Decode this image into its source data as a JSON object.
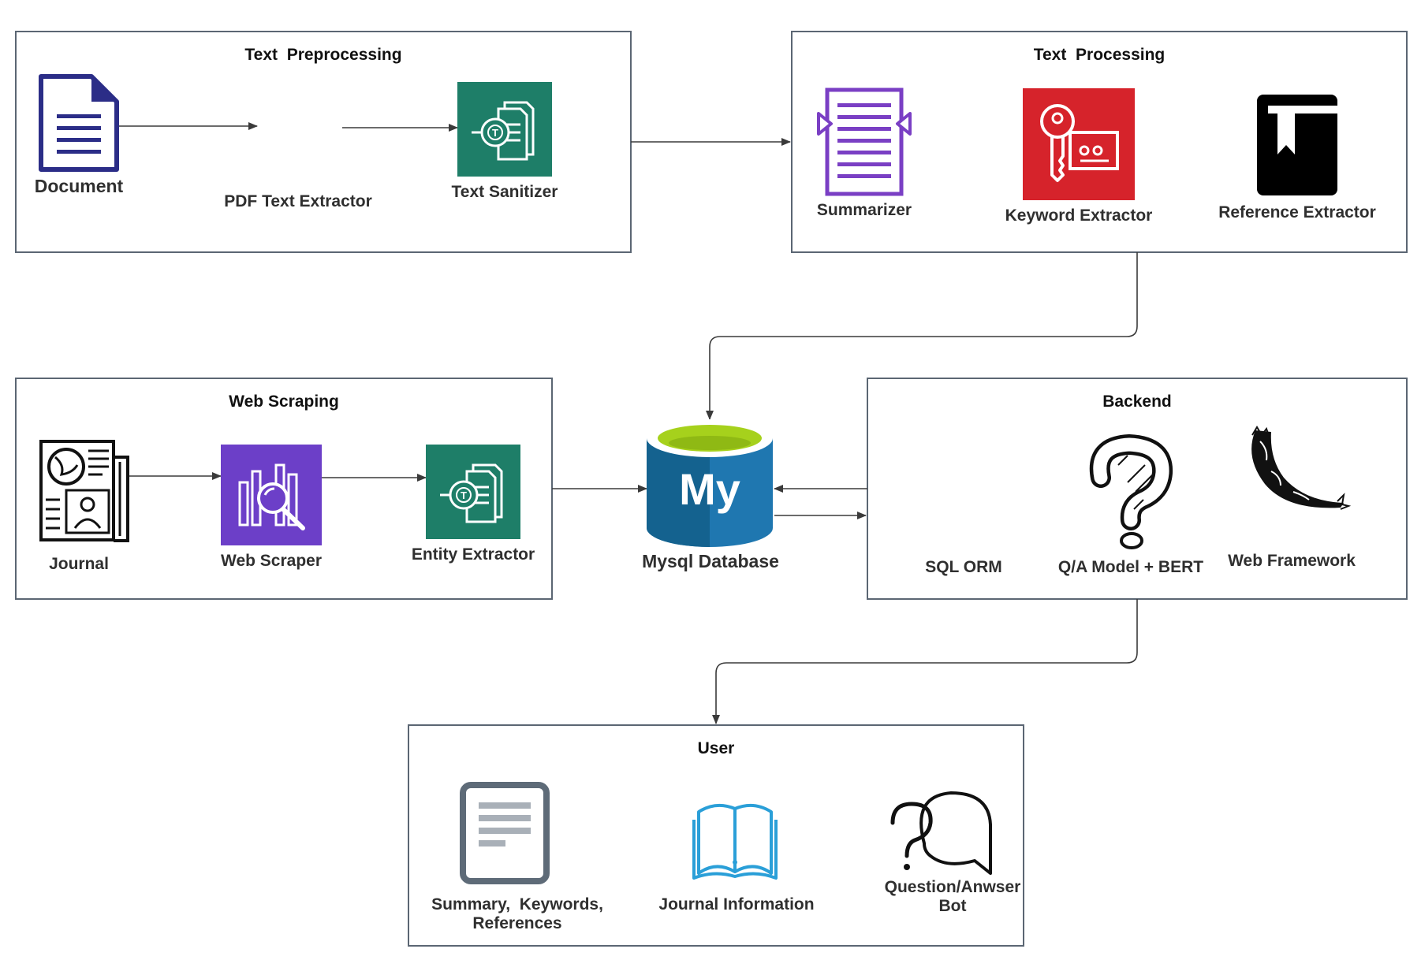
{
  "groups": {
    "text_preprocessing": {
      "title": "Text  Preprocessing"
    },
    "text_processing": {
      "title": "Text  Processing"
    },
    "web_scraping": {
      "title": "Web Scraping"
    },
    "backend": {
      "title": "Backend"
    },
    "user": {
      "title": "User"
    }
  },
  "nodes": {
    "document": {
      "label": "Document",
      "icon": "document-icon"
    },
    "pdf_text_extractor": {
      "label": "PDF Text Extractor"
    },
    "text_sanitizer": {
      "label": "Text Sanitizer",
      "icon": "text-sanitizer-icon"
    },
    "summarizer": {
      "label": "Summarizer",
      "icon": "summarizer-icon"
    },
    "keyword_extractor": {
      "label": "Keyword Extractor",
      "icon": "key-icon"
    },
    "reference_extractor": {
      "label": "Reference Extractor",
      "icon": "bookmark-book-icon"
    },
    "journal": {
      "label": "Journal",
      "icon": "newspaper-icon"
    },
    "web_scraper": {
      "label": "Web Scraper",
      "icon": "web-scraper-icon"
    },
    "entity_extractor": {
      "label": "Entity Extractor",
      "icon": "entity-extractor-icon"
    },
    "mysql": {
      "label": "Mysql Database",
      "icon_text": "My",
      "icon": "mysql-database-icon"
    },
    "sql_orm": {
      "label": "SQL ORM"
    },
    "qa_model": {
      "label": "Q/A Model + BERT",
      "icon": "question-mark-icon"
    },
    "web_framework": {
      "label": "Web Framework",
      "icon": "flask-horn-icon"
    },
    "summary_output": {
      "label_line1": "Summary,  Keywords,",
      "label_line2": "References",
      "icon": "document-list-icon"
    },
    "journal_information": {
      "label": "Journal Information",
      "icon": "open-book-icon"
    },
    "qa_bot": {
      "label_line1": "Question/Anwser",
      "label_line2": "Bot",
      "icon": "chat-question-icon"
    }
  },
  "colors": {
    "border": "#5b6673",
    "document_blue": "#2b2d87",
    "sanitizer_green": "#1e7e68",
    "summarizer_purple": "#7a3fc4",
    "keyword_red": "#d6232b",
    "scraper_purple": "#6c3fc8",
    "mysql_blue": "#1f77b0",
    "mysql_dark": "#14628f",
    "mysql_lime": "#a6d11c",
    "book_blue": "#2a9fd8",
    "summary_gray": "#5e6b78"
  }
}
